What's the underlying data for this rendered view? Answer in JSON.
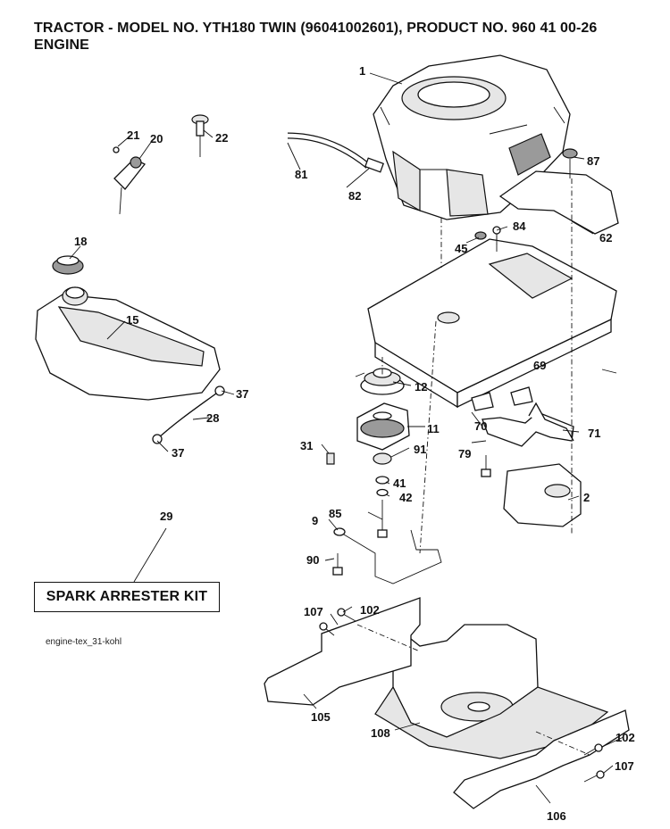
{
  "title": {
    "line1": "TRACTOR - MODEL NO. YTH180 TWIN (96041002601), PRODUCT NO. 960 41 00-26",
    "line2": "ENGINE"
  },
  "kit_label": "SPARK ARRESTER KIT",
  "caption": "engine-tex_31-kohl",
  "part_numbers": {
    "p1": "1",
    "p21": "21",
    "p20": "20",
    "p22": "22",
    "p81": "81",
    "p82": "82",
    "p87": "87",
    "p84": "84",
    "p45": "45",
    "p62": "62",
    "p18": "18",
    "p15": "15",
    "p37a": "37",
    "p28": "28",
    "p37b": "37",
    "p12": "12",
    "p69": "69",
    "p11": "11",
    "p70": "70",
    "p71": "71",
    "p31": "31",
    "p91": "91",
    "p79": "79",
    "p41": "41",
    "p42": "42",
    "p2": "2",
    "p85": "85",
    "p9": "9",
    "p29": "29",
    "p90": "90",
    "p107a": "107",
    "p102a": "102",
    "p105": "105",
    "p108": "108",
    "p102b": "102",
    "p107b": "107",
    "p106": "106"
  },
  "colors": {
    "line": "#111111",
    "shade": "#e6e6e6",
    "dark": "#9a9a9a",
    "background": "#ffffff"
  }
}
